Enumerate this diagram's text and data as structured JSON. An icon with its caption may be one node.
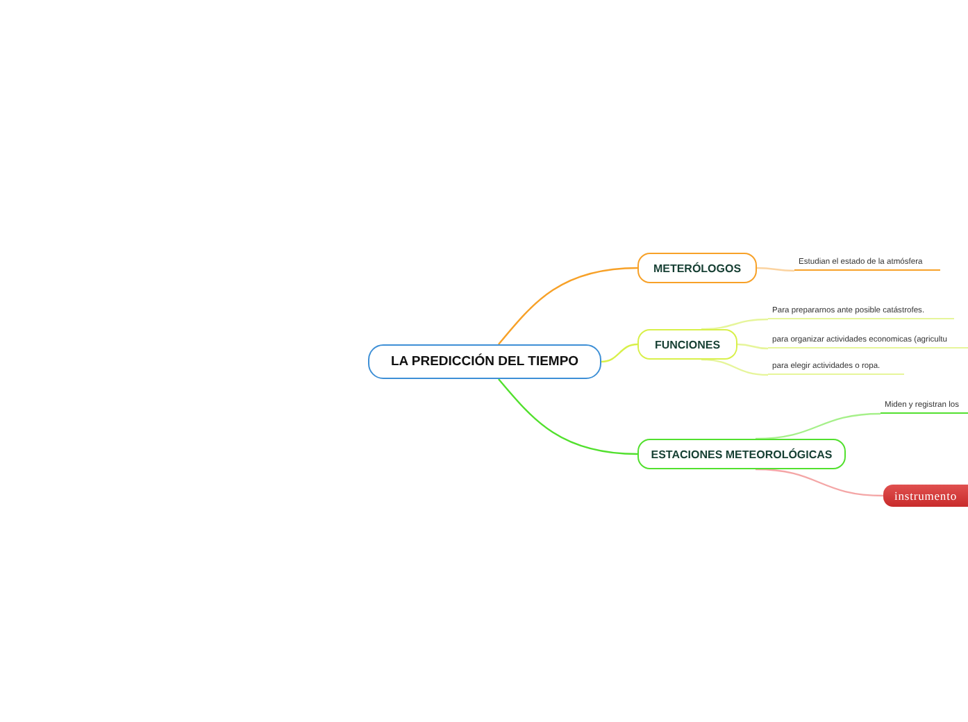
{
  "diagram": {
    "nodes": [
      {
        "text": [
          "LA PREDICCIÓN DEL TIEMPO"
        ]
      },
      {
        "text": [
          "METERÓLOGOS"
        ]
      },
      {
        "text": [
          "Estudian el estado de la atmósfera"
        ]
      },
      {
        "text": [
          "FUNCIONES"
        ]
      },
      {
        "text": [
          "Para prepararnos ante posible catástrofes."
        ]
      },
      {
        "text": [
          "para organizar actividades economicas (agricultu"
        ]
      },
      {
        "text": [
          "para elegir actividades o ropa."
        ]
      },
      {
        "text": [
          "ESTACIONES METEOROLÓGICAS"
        ]
      },
      {
        "text": [
          "Miden y registran los"
        ]
      },
      {
        "text": [
          "instrumento"
        ]
      }
    ],
    "edges": [
      {
        "from": 0,
        "to": 1,
        "arrow": "none",
        "color": "#f7a128"
      },
      {
        "from": 0,
        "to": 3,
        "arrow": "none",
        "color": "#d8f04a"
      },
      {
        "from": 0,
        "to": 7,
        "arrow": "none",
        "color": "#52e02e"
      },
      {
        "from": 1,
        "to": 2,
        "arrow": "none",
        "color": "#fbd3a0"
      },
      {
        "from": 3,
        "to": 4,
        "arrow": "none",
        "color": "#e6f59a"
      },
      {
        "from": 3,
        "to": 5,
        "arrow": "none",
        "color": "#e6f59a"
      },
      {
        "from": 3,
        "to": 6,
        "arrow": "none",
        "color": "#e6f59a"
      },
      {
        "from": 7,
        "to": 8,
        "arrow": "none",
        "color": "#a6f08a"
      },
      {
        "from": 7,
        "to": 9,
        "arrow": "none",
        "color": "#f4a6a6"
      }
    ]
  }
}
